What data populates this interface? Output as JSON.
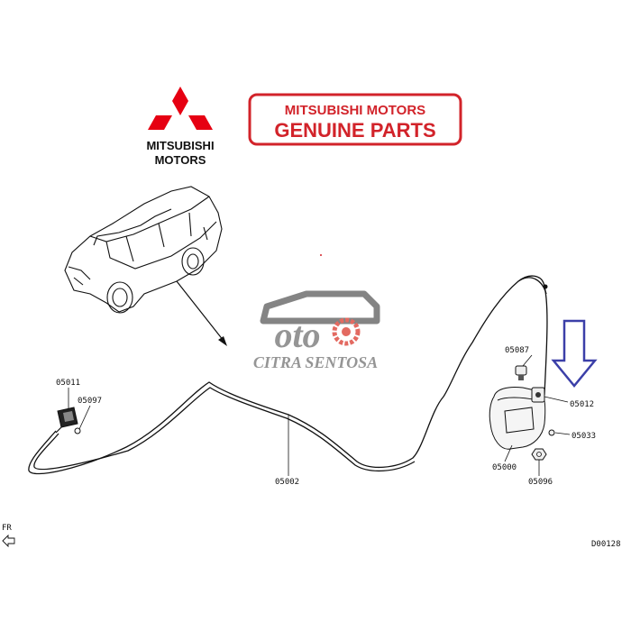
{
  "brand": {
    "logo_line1": "MITSUBISHI",
    "logo_line2": "MOTORS",
    "logo_color": "#e60012",
    "badge_line1": "MITSUBISHI MOTORS",
    "badge_line2": "GENUINE PARTS",
    "badge_color": "#d2232a"
  },
  "watermark": {
    "logo_text": "oto",
    "name": "CITRA SENTOSA"
  },
  "parts": {
    "p05011": "05011",
    "p05097": "05097",
    "p05002": "05002",
    "p05087": "05087",
    "p05012": "05012",
    "p05033": "05033",
    "p05000": "05000",
    "p05096": "05096"
  },
  "orientation": "FR",
  "diagram_code": "D00128",
  "arrow_color": "#3b3fa8"
}
